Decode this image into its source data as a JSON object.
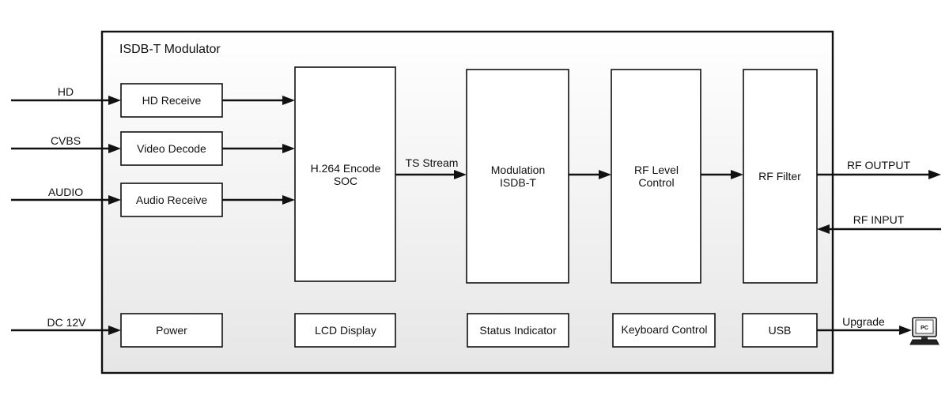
{
  "diagram": {
    "title": "ISDB-T Modulator",
    "inputs": {
      "hd": "HD",
      "cvbs": "CVBS",
      "audio": "AUDIO",
      "dc": "DC 12V"
    },
    "blocks": {
      "hd_receive": "HD Receive",
      "video_decode": "Video Decode",
      "audio_receive": "Audio Receive",
      "encoder_line1": "H.264 Encode",
      "encoder_line2": "SOC",
      "modulation_line1": "Modulation",
      "modulation_line2": "ISDB-T",
      "rf_level_line1": "RF Level",
      "rf_level_line2": "Control",
      "rf_filter": "RF Filter",
      "power": "Power",
      "lcd_display": "LCD Display",
      "status_indicator": "Status Indicator",
      "keyboard_control": "Keyboard Control",
      "usb": "USB"
    },
    "signals": {
      "ts_stream": "TS Stream",
      "rf_output": "RF OUTPUT",
      "rf_input": "RF INPUT",
      "upgrade": "Upgrade"
    },
    "pc_icon_label": "PC"
  }
}
